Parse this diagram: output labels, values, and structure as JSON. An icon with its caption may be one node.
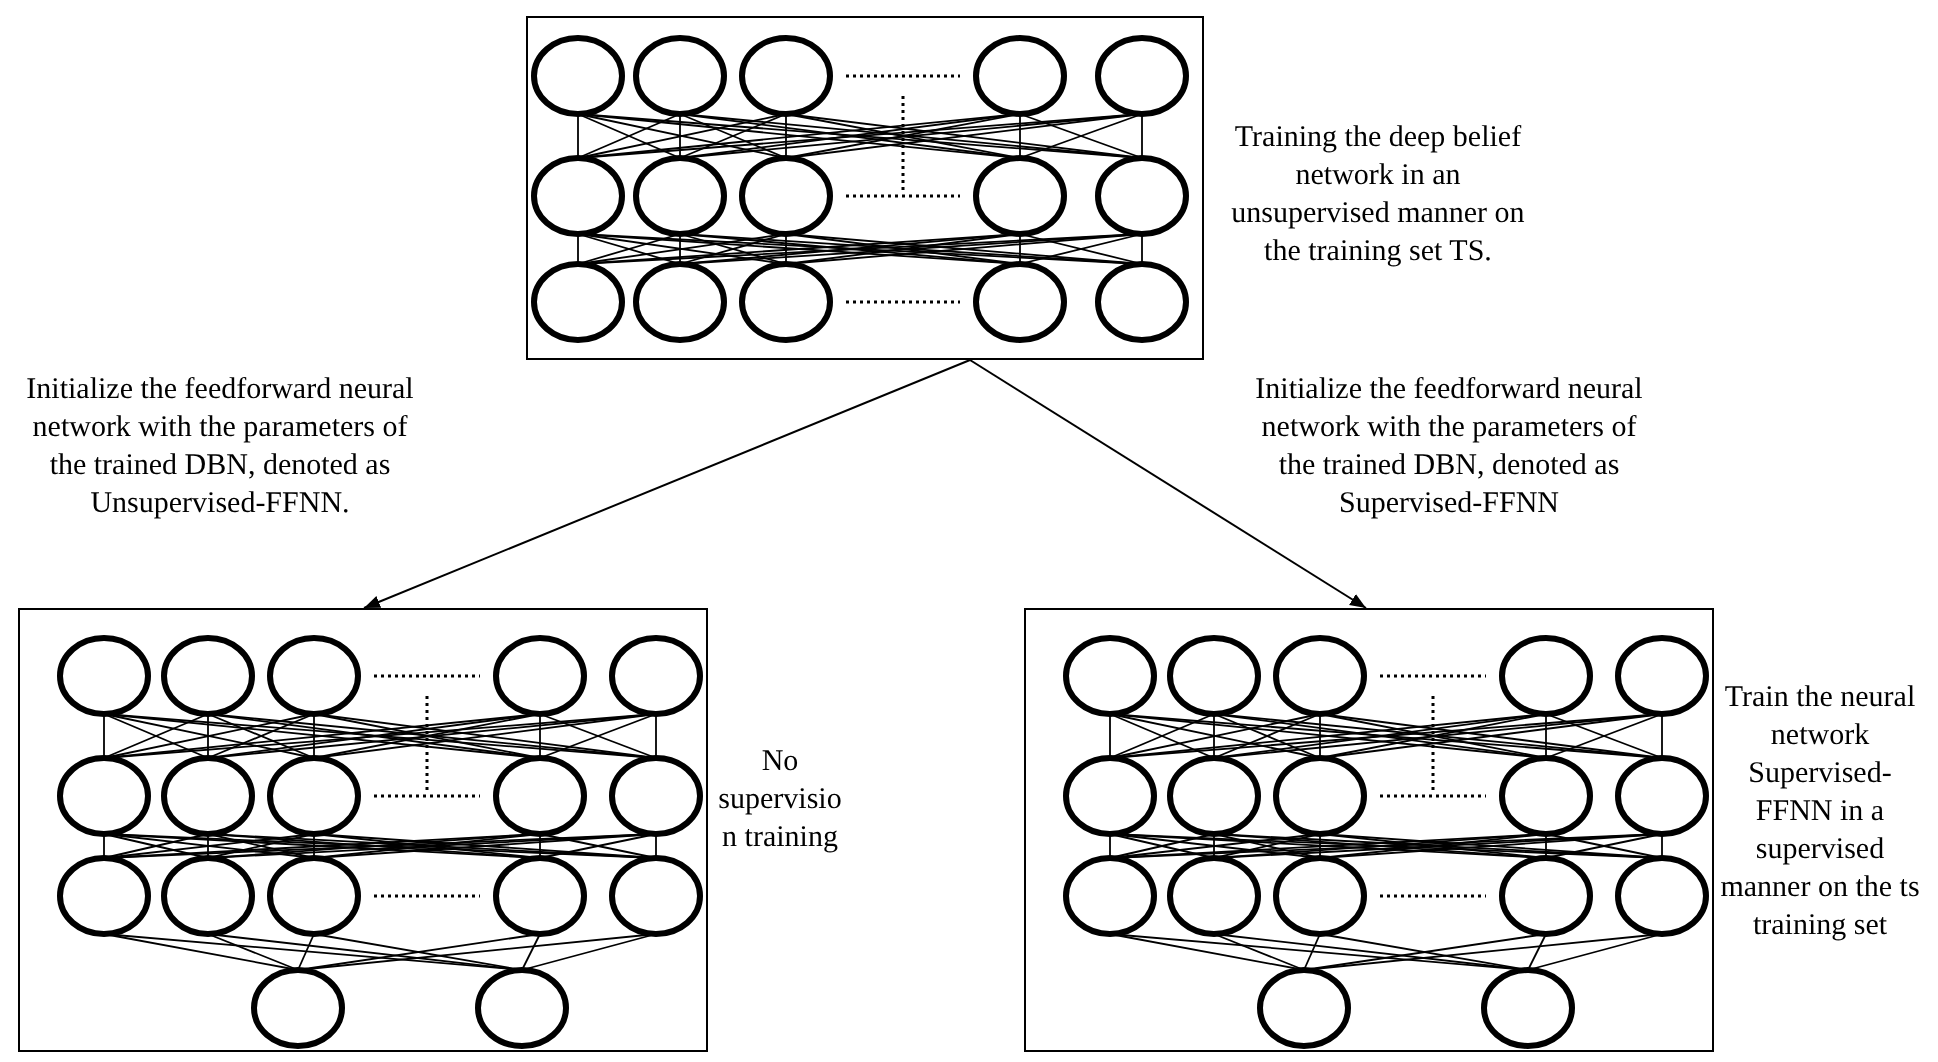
{
  "diagram": {
    "nodes": [
      {
        "text": [],
        "shape": "box",
        "beside": [
          "Training the deep belief network in an unsupervised manner on the training set TS."
        ]
      },
      {
        "text": [],
        "shape": "box",
        "beside": [
          "No supervision training"
        ]
      },
      {
        "text": [],
        "shape": "box",
        "beside": [
          "Train the neural network Supervised-FFNN in a supervised manner on the ts training set"
        ]
      }
    ],
    "edges": [
      {
        "from": 0,
        "to": 1,
        "arrow": "to",
        "label": "Initialize the feedforward neural network with the parameters of the trained DBN, denoted as Unsupervised-FFNN."
      },
      {
        "from": 0,
        "to": 2,
        "arrow": "to",
        "label": "Initialize the feedforward neural network with the parameters of the trained DBN, denoted as Supervised-FFNN"
      }
    ]
  }
}
